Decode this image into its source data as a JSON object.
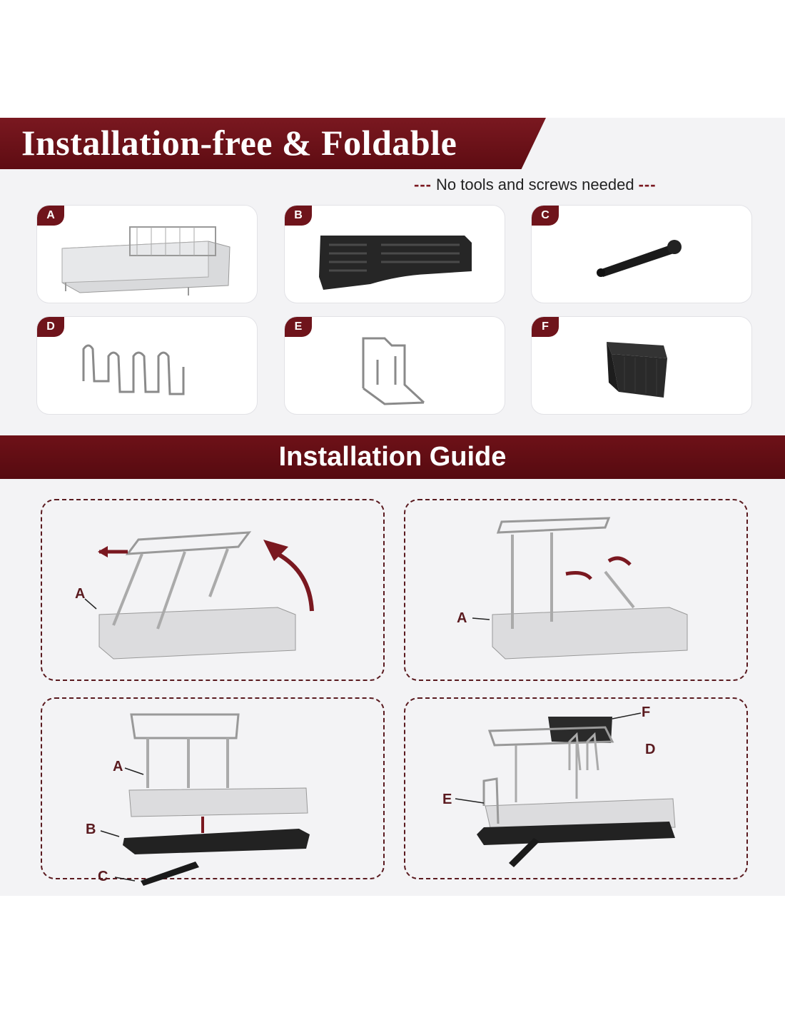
{
  "header": {
    "title": "Installation-free & Foldable",
    "subtitle": "No tools and screws needed",
    "subtitle_dash": "---"
  },
  "parts": [
    {
      "letter": "A",
      "item": "dish-rack-frame"
    },
    {
      "letter": "B",
      "item": "drip-tray"
    },
    {
      "letter": "C",
      "item": "drain-spout"
    },
    {
      "letter": "D",
      "item": "wire-plate-holder"
    },
    {
      "letter": "E",
      "item": "cutting-board-holder"
    },
    {
      "letter": "F",
      "item": "utensil-holder"
    }
  ],
  "guide": {
    "title": "Installation Guide",
    "steps": [
      {
        "labels": [
          "A"
        ]
      },
      {
        "labels": [
          "A"
        ]
      },
      {
        "labels": [
          "A",
          "B",
          "C"
        ]
      },
      {
        "labels": [
          "F",
          "D",
          "E"
        ]
      }
    ]
  },
  "colors": {
    "accent": "#6f141b",
    "background": "#f3f3f5"
  }
}
